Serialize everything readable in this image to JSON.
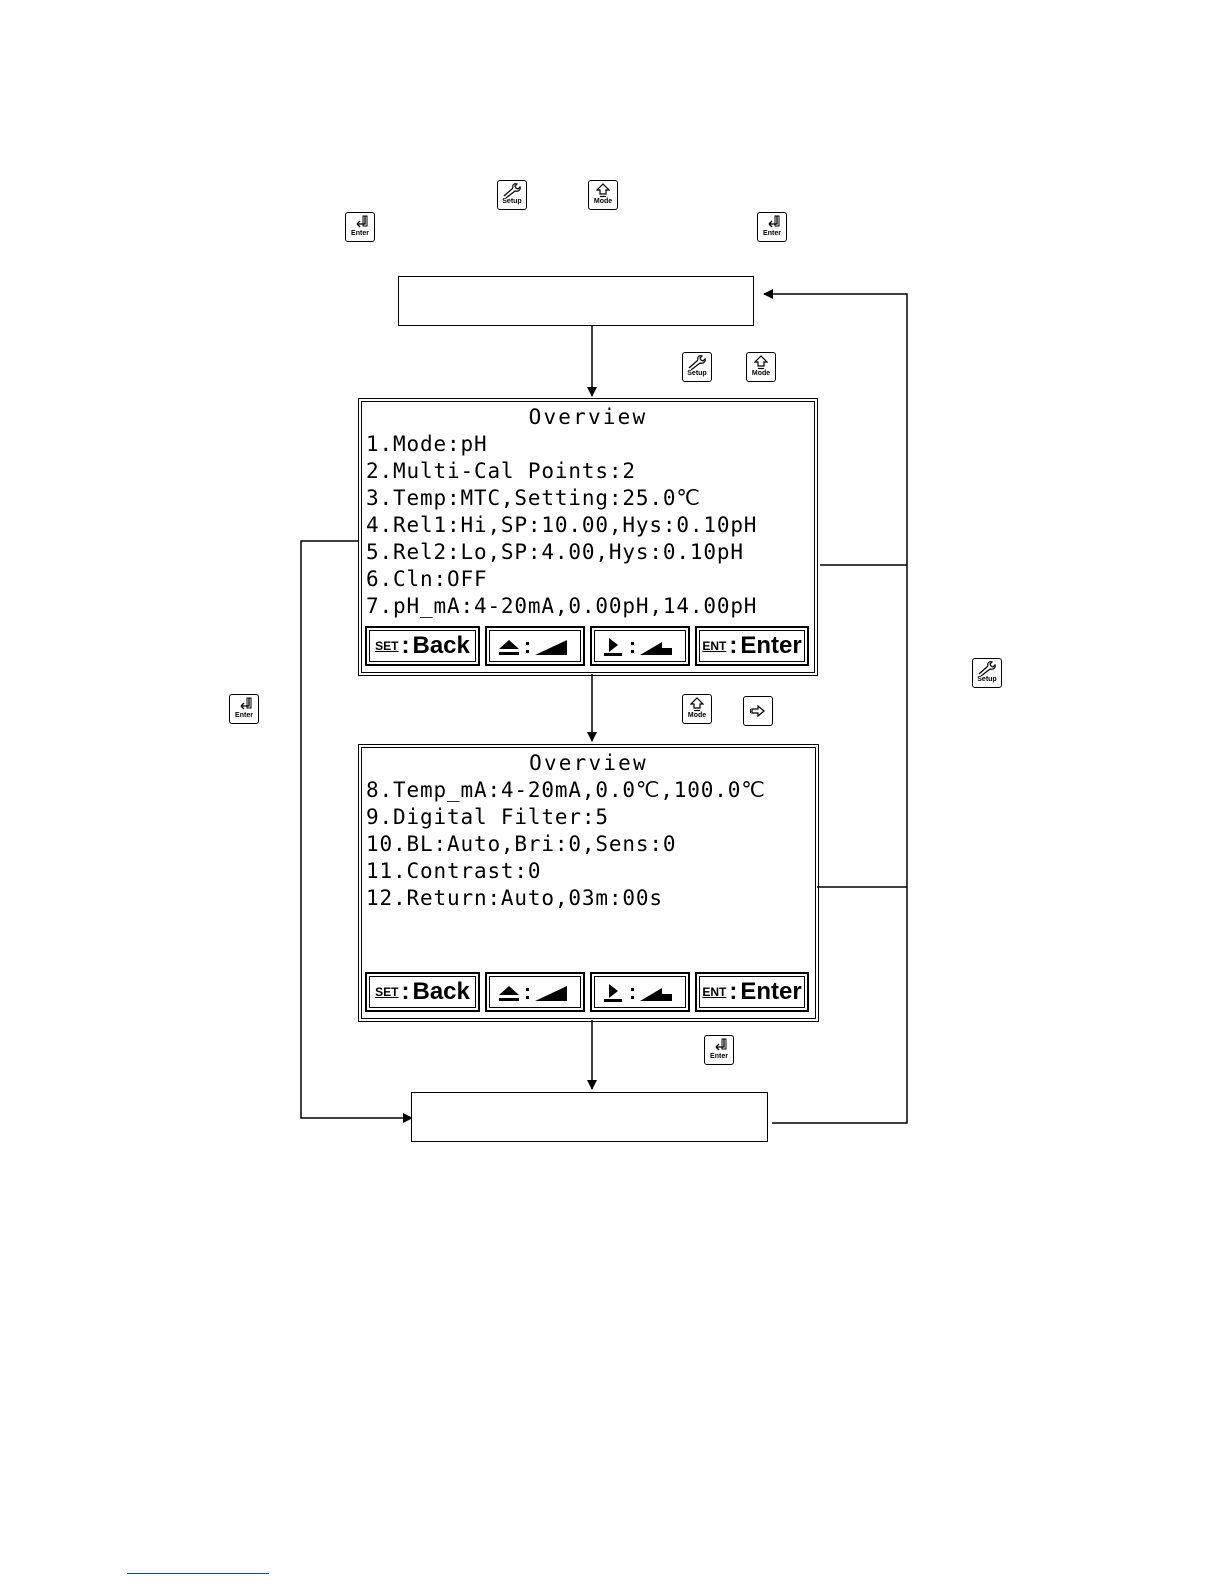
{
  "keys": {
    "setup": "Setup",
    "mode": "Mode",
    "enter": "Enter"
  },
  "screen1": {
    "title": "Overview",
    "lines": [
      "1.Mode:pH",
      "2.Multi-Cal Points:2",
      "3.Temp:MTC,Setting:25.0℃",
      "4.Rel1:Hi,SP:10.00,Hys:0.10pH",
      "5.Rel2:Lo,SP:4.00,Hys:0.10pH",
      "6.Cln:OFF",
      "7.pH_mA:4-20mA,0.00pH,14.00pH"
    ]
  },
  "screen2": {
    "title": "Overview",
    "lines": [
      "8.Temp_mA:4-20mA,0.0℃,100.0℃",
      "9.Digital Filter:5",
      "10.BL:Auto,Bri:0,Sens:0",
      "11.Contrast:0",
      "12.Return:Auto,03m:00s"
    ]
  },
  "softkeys": {
    "back_abbr": "SET",
    "back_label": "Back",
    "enter_abbr": "ENT",
    "enter_label": "Enter",
    "colon": ":"
  }
}
